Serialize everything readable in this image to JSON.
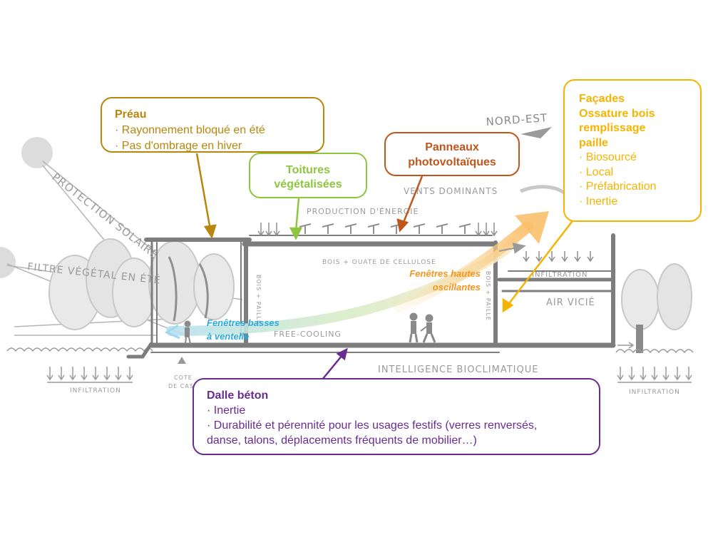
{
  "sketch_labels": {
    "protection_solaire": "PROTECTION SOLAIRE",
    "filtre_vegetal": "FILTRE VÉGÉTAL EN ÉTÉ",
    "nord_est": "NORD-EST",
    "vents_dominants": "VENTS DOMINANTS",
    "production_energie": "PRODUCTION D'ÉNERGIE",
    "bois_ouate": "BOIS + OUATE DE CELLULOSE",
    "bois_paille_left": "BOIS + PAILLE",
    "bois_paille_right": "BOIS + PAILLE",
    "infiltration_roof": "INFILTRATION",
    "air_vicie": "AIR VICIÉ",
    "free_cooling": "FREE-COOLING",
    "intelligence": "INTELLIGENCE BIOCLIMATIQUE",
    "infiltration_left": "INFILTRATION",
    "infiltration_right": "INFILTRATION",
    "cote_1": "COTE",
    "cote_2": "DE CAS"
  },
  "callouts": {
    "preau": {
      "title": "Préau",
      "items": [
        "· Rayonnement bloqué en été",
        "· Pas d'ombrage en hiver"
      ],
      "color": "#b8860b"
    },
    "toitures": {
      "line1": "Toitures",
      "line2": "végétalisées",
      "color": "#8dc63f"
    },
    "panneaux": {
      "line1": "Panneaux",
      "line2": "photovoltaïques",
      "color": "#c0561b"
    },
    "facades": {
      "title_lines": [
        "Façades",
        "Ossature bois",
        "remplissage",
        "paille"
      ],
      "items": [
        "· Biosourcé",
        "· Local",
        "· Préfabrication",
        "· Inertie"
      ],
      "color": "#f5b400"
    },
    "dalle": {
      "title": "Dalle béton",
      "items": [
        "· Inertie",
        "· Durabilité et pérennité pour les usages festifs (verres renversés,",
        "danse, talons, déplacements fréquents de mobilier…)"
      ],
      "color": "#6a2c91"
    }
  },
  "notes": {
    "fenetres_hautes": {
      "line1": "Fenêtres hautes",
      "line2": "oscillantes",
      "color": "#f7941d"
    },
    "fenetres_basses": {
      "line1": "Fenêtres basses",
      "line2": "à ventelle",
      "color": "#27aae1"
    }
  }
}
